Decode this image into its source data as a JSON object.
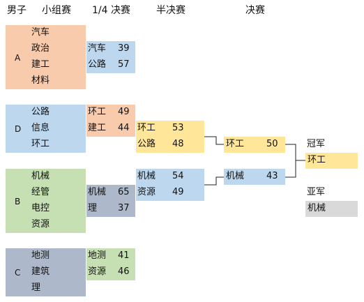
{
  "headers": {
    "gender": "男子",
    "group_stage": "小组赛",
    "quarter": "1/4 决赛",
    "semi": "半决赛",
    "final": "决赛"
  },
  "colors": {
    "orange": "#f8cbad",
    "blue": "#bdd7ee",
    "green": "#c6e0b4",
    "gray": "#adb9ca",
    "yellow": "#ffe699",
    "silver": "#d9d9d9",
    "line": "#222222"
  },
  "groups": [
    {
      "letter": "A",
      "teams": [
        "汽车",
        "政治",
        "建工",
        "材料"
      ]
    },
    {
      "letter": "D",
      "teams": [
        "公路",
        "信息",
        "环工"
      ]
    },
    {
      "letter": "B",
      "teams": [
        "机械",
        "经管",
        "电控",
        "资源"
      ]
    },
    {
      "letter": "C",
      "teams": [
        "地测",
        "建筑",
        "理"
      ]
    }
  ],
  "quarterfinals": [
    {
      "team1": "汽车",
      "score1": "39",
      "team2": "公路",
      "score2": "57"
    },
    {
      "team1": "环工",
      "score1": "49",
      "team2": "建工",
      "score2": "44"
    },
    {
      "team1": "机械",
      "score1": "65",
      "team2": "理",
      "score2": "37"
    },
    {
      "team1": "地测",
      "score1": "41",
      "team2": "资源",
      "score2": "46"
    }
  ],
  "semifinals": [
    {
      "team1": "环工",
      "score1": "53",
      "team2": "公路",
      "score2": "48"
    },
    {
      "team1": "机械",
      "score1": "54",
      "team2": "资源",
      "score2": "49"
    }
  ],
  "finals": [
    {
      "team": "环工",
      "score": "50"
    },
    {
      "team": "机械",
      "score": "43"
    }
  ],
  "champion": {
    "label": "冠军",
    "team": "环工"
  },
  "runner_up": {
    "label": "亚军",
    "team": "机械"
  }
}
